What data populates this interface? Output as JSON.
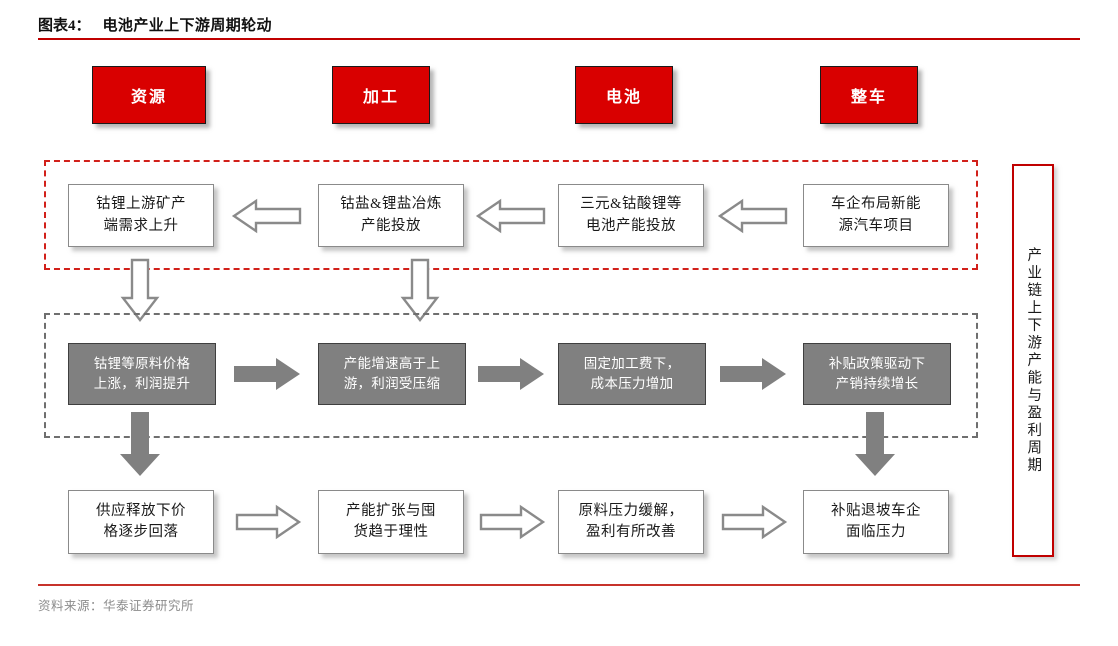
{
  "header": {
    "figure_label": "图表4：",
    "title": "电池产业上下游周期轮动"
  },
  "footer": {
    "source": "资料来源：华泰证券研究所"
  },
  "stage_headers": [
    {
      "label": "资源"
    },
    {
      "label": "加工"
    },
    {
      "label": "电池"
    },
    {
      "label": "整车"
    }
  ],
  "row1": {
    "container": "red-dashed-capacity-cycle",
    "boxes": [
      {
        "line1": "钴锂上游矿产",
        "line2": "端需求上升"
      },
      {
        "line1": "钴盐&锂盐冶炼",
        "line2": "产能投放"
      },
      {
        "line1": "三元&钴酸锂等",
        "line2": "电池产能投放"
      },
      {
        "line1": "车企布局新能",
        "line2": "源汽车项目"
      }
    ],
    "arrow_direction": "left"
  },
  "row2": {
    "container": "gray-dashed-profit-cycle",
    "boxes": [
      {
        "line1": "钴锂等原料价格",
        "line2": "上涨，利润提升"
      },
      {
        "line1": "产能增速高于上",
        "line2": "游，利润受压缩"
      },
      {
        "line1": "固定加工费下，",
        "line2": "成本压力增加"
      },
      {
        "line1": "补贴政策驱动下",
        "line2": "产销持续增长"
      }
    ],
    "arrow_direction": "right"
  },
  "row3": {
    "boxes": [
      {
        "line1": "供应释放下价",
        "line2": "格逐步回落"
      },
      {
        "line1": "产能扩张与囤",
        "line2": "货趋于理性"
      },
      {
        "line1": "原料压力缓解，",
        "line2": "盈利有所改善"
      },
      {
        "line1": "补贴退坡车企",
        "line2": "面临压力"
      }
    ],
    "arrow_direction": "right"
  },
  "side_label": {
    "text": "产业链上下游产能与盈利周期"
  },
  "colors": {
    "brand_red": "#D90000",
    "rule_red": "#C00000",
    "dashed_red": "#D2201A",
    "dashed_gray": "#6F6F6F",
    "box_gray_fill": "#808080",
    "box_border_gray": "#8A8A8A",
    "footer_text": "#8C8C8C"
  }
}
